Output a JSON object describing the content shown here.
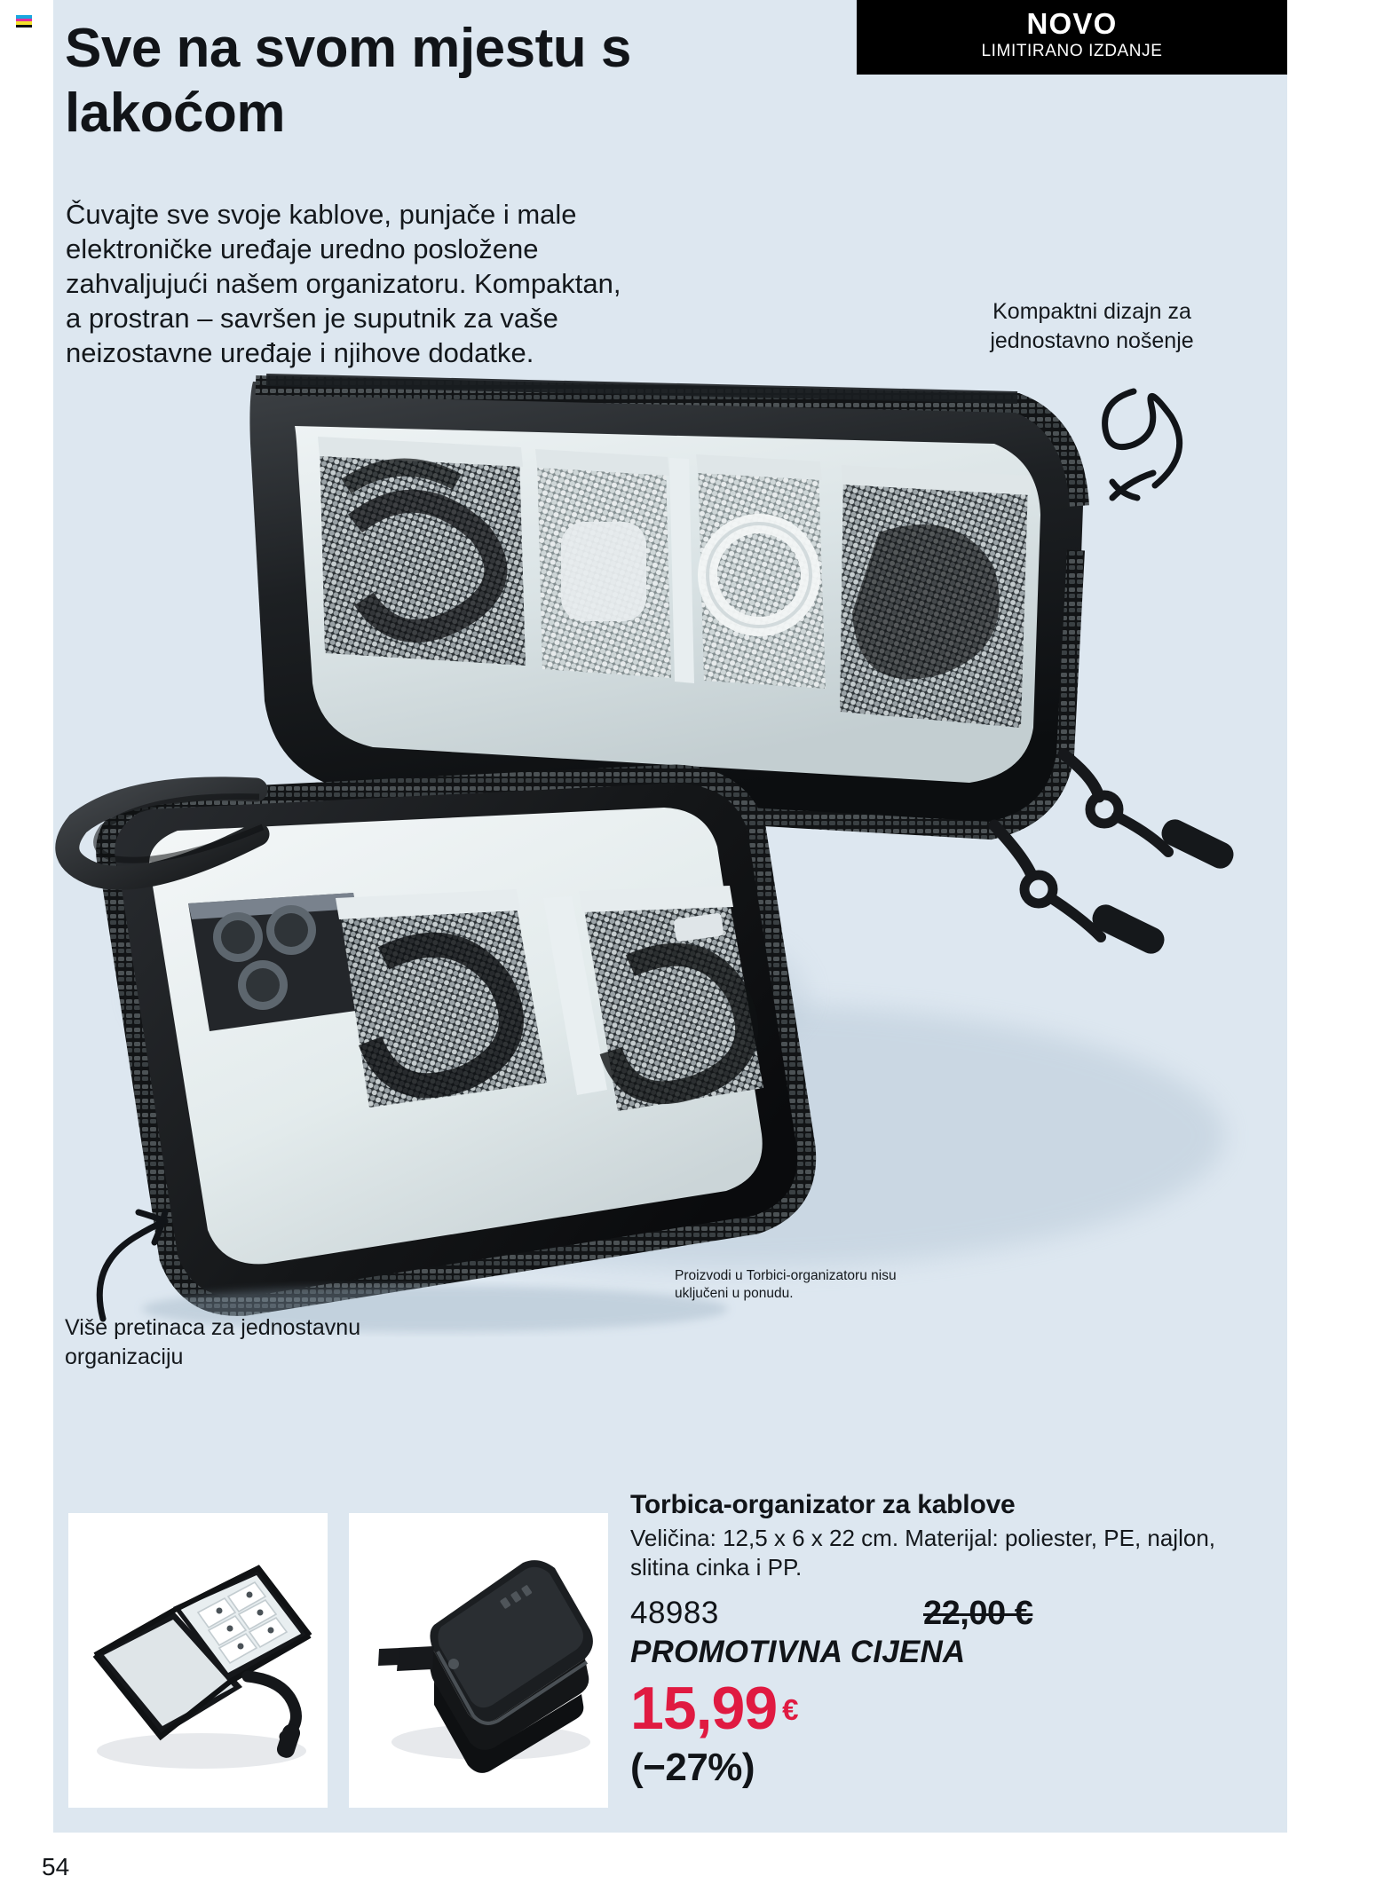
{
  "page": {
    "number": "54",
    "background_color": "#dde7f0",
    "accent_price_color": "#e01a41"
  },
  "badge": {
    "title": "NOVO",
    "subtitle": "LIMITIRANO IZDANJE"
  },
  "headline": "Sve na svom mjestu s lakoćom",
  "body_copy": "Čuvajte sve svoje kablove, punjače i male elektroničke uređaje uredno posložene zahvaljujući našem organizatoru. Kompaktan, a prostran – savršen je suputnik za vaše neizostavne uređaje i njihove dodatke.",
  "callouts": {
    "compact_design": "Kompaktni dizajn za jednostavno nošenje",
    "compartments": "Više pretinaca za jednostavnu organizaciju"
  },
  "disclaimer": "Proizvodi u Torbici-organizatoru nisu uključeni u ponudu.",
  "product": {
    "title": "Torbica-organizator za kablove",
    "specs": "Veličina: 12,5 x 6 x 22 cm. Materijal: poliester, PE, najlon, slitina cinka i PP.",
    "sku": "48983",
    "old_price": "22,00 €",
    "promo_label": "PROMOTIVNA CIJENA",
    "new_price": "15,99",
    "currency": "€",
    "discount": "(−27%)"
  },
  "images": {
    "hero_alt": "open-cable-organizer-case-with-phone-and-cables",
    "thumb_1_alt": "open-organizer-case-empty",
    "thumb_2_alt": "closed-black-organizer-case"
  }
}
